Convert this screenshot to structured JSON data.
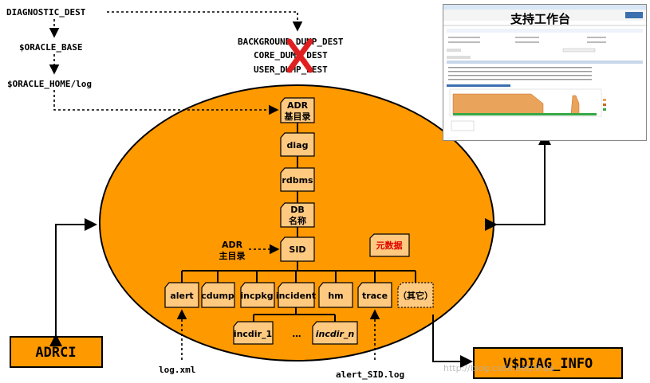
{
  "left_chain": {
    "diagnostic_dest": "DIAGNOSTIC_DEST",
    "oracle_base": "$ORACLE_BASE",
    "oracle_home_log": "$ORACLE_HOME/log"
  },
  "deprecated_params": [
    "BACKGROUND_DUMP_DEST",
    "CORE_DUMP_DEST",
    "USER_DUMP_DEST"
  ],
  "support_workbench": {
    "title": "支持工作台"
  },
  "tree": {
    "adr_base_line1": "ADR",
    "adr_base_line2": "基目录",
    "diag": "diag",
    "rdbms": "rdbms",
    "db_line1": "DB",
    "db_line2": "名称",
    "sid": "SID",
    "adr_home_line1": "ADR",
    "adr_home_line2": "主目录",
    "metadata": "元数据",
    "leaves": [
      "alert",
      "cdump",
      "incpkg",
      "incident",
      "hm",
      "trace",
      "（其它）"
    ],
    "incdir_1": "incdir_1",
    "incdir_ellipsis": "…",
    "incdir_n": "incdir_n"
  },
  "files": {
    "log_xml": "log.xml",
    "alert_sid_log": "alert_SID.log"
  },
  "tools": {
    "adrci": "ADRCI",
    "v_diag_info": "V$DIAG_INFO"
  },
  "watermark": "http://blog.csdn.net/lihua",
  "colors": {
    "ellipse_fill": "#ff9900",
    "box_fill": "#ffc980",
    "tool_fill": "#ff9900",
    "cross": "#e02020",
    "metadata_text": "#e00000"
  }
}
